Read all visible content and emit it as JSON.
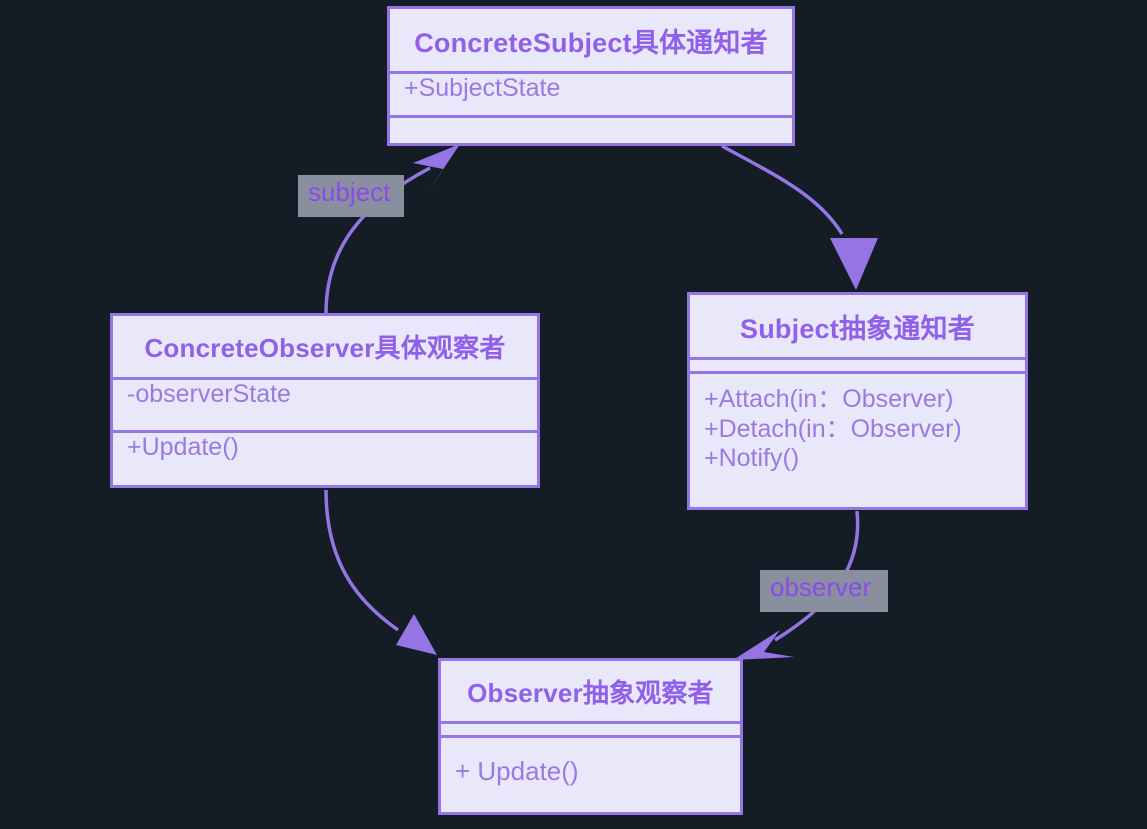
{
  "diagram": {
    "title": "Observer Pattern UML Class Diagram",
    "background_color": "#141c26",
    "box_fill_color": "#e9e8fb",
    "line_color": "#9575e4",
    "text_color": "#9061e8",
    "label_bg_color": "#8a8fa0"
  },
  "classes": {
    "concrete_subject": {
      "name": "ConcreteSubject具体通知者",
      "attributes": "+SubjectState",
      "operations": ""
    },
    "concrete_observer": {
      "name": "ConcreteObserver具体观察者",
      "attributes": "-observerState",
      "operations": "+Update()"
    },
    "subject": {
      "name": "Subject抽象通知者",
      "attributes": "",
      "operations": "+Attach(in：Observer)\n+Detach(in：Observer)\n+Notify()"
    },
    "observer": {
      "name": "Observer抽象观察者",
      "attributes": "",
      "operations": "+ Update()"
    }
  },
  "edges": [
    {
      "name": "concrete-observer-to-concrete-subject",
      "label": "subject",
      "from": "ConcreteObserver具体观察者",
      "to": "ConcreteSubject具体通知者",
      "arrow": "open-arrow"
    },
    {
      "name": "concrete-subject-to-subject",
      "label": "",
      "from": "ConcreteSubject具体通知者",
      "to": "Subject抽象通知者",
      "arrow": "solid-triangle"
    },
    {
      "name": "concrete-observer-to-observer",
      "label": "",
      "from": "ConcreteObserver具体观察者",
      "to": "Observer抽象观察者",
      "arrow": "solid-triangle"
    },
    {
      "name": "subject-to-observer",
      "label": "observer",
      "from": "Subject抽象通知者",
      "to": "Observer抽象观察者",
      "arrow": "open-arrow"
    }
  ]
}
